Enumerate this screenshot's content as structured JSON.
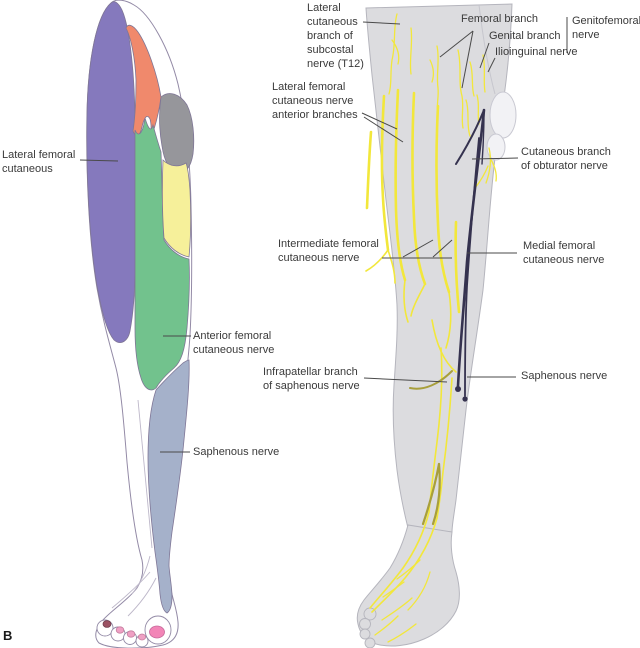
{
  "panel": {
    "label": "B"
  },
  "labels": {
    "lateral_femoral_cutaneous": {
      "lines": [
        "Lateral femoral",
        "cutaneous"
      ]
    },
    "anterior_femoral_cutaneous": {
      "lines": [
        "Anterior femoral",
        "cutaneous nerve"
      ]
    },
    "saphenous_left": {
      "lines": [
        "Saphenous nerve"
      ]
    },
    "subcostal": {
      "lines": [
        "Lateral",
        "cutaneous",
        "branch of",
        "subcostal",
        "nerve (T12)"
      ]
    },
    "lfc_anterior_branches": {
      "lines": [
        "Lateral femoral",
        "cutaneous nerve",
        "anterior branches"
      ]
    },
    "femoral_branch": {
      "lines": [
        "Femoral branch"
      ]
    },
    "genital_branch": {
      "lines": [
        "Genital branch"
      ]
    },
    "ilioinguinal": {
      "lines": [
        "Ilioinguinal nerve"
      ]
    },
    "genitofemoral": {
      "lines": [
        "Genitofemoral",
        "nerve"
      ]
    },
    "obturator": {
      "lines": [
        "Cutaneous branch",
        "of obturator nerve"
      ]
    },
    "intermediate_femoral": {
      "lines": [
        "Intermediate femoral",
        "cutaneous nerve"
      ]
    },
    "medial_femoral": {
      "lines": [
        "Medial femoral",
        "cutaneous nerve"
      ]
    },
    "infrapatellar": {
      "lines": [
        "Infrapatellar branch",
        "of saphenous nerve"
      ]
    },
    "saphenous_right": {
      "lines": [
        "Saphenous nerve"
      ]
    }
  },
  "colors": {
    "region_lateral_femoral_cutaneous": "#8579bd",
    "region_subcostal_patch": "#f0896c",
    "region_upper_gray": "#96969b",
    "region_anterior_femoral": "#72c28d",
    "region_lateral_yellow": "#f6f09a",
    "region_saphenous": "#a5b1ca",
    "leg_fill": "#dcdcdf",
    "leg_outline": "#b5b5bd",
    "left_outline": "#8f86a4",
    "nerve_yellow": "#f2e73b",
    "nerve_olive": "#a89f3c",
    "nerve_navy": "#35324f",
    "toenail_pink": "#f285b7",
    "toenail_light_pink": "#efa0c4",
    "toenail_dark": "#9b5263",
    "label_text": "#3a3a3a",
    "leader_line": "#4a4a4a"
  }
}
